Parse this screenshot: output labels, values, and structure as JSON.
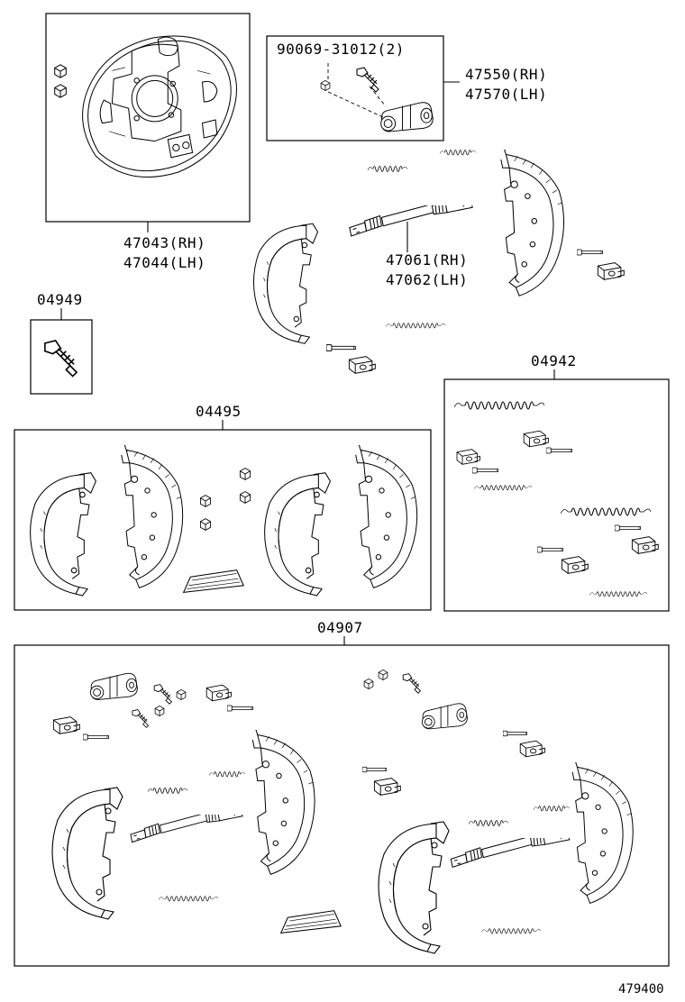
{
  "labels": {
    "backing_plate_rh": "47043(RH)",
    "backing_plate_lh": "47044(LH)",
    "bolt": "90069-31012(2)",
    "wheel_cyl_rh": "47550(RH)",
    "wheel_cyl_lh": "47570(LH)",
    "adjuster_rh": "47061(RH)",
    "adjuster_lh": "47062(LH)",
    "kit_04949": "04949",
    "kit_04942": "04942",
    "kit_04495": "04495",
    "kit_04907": "04907",
    "figure_number": "479400"
  },
  "icons": [
    "backing-plate-icon",
    "wheel-cylinder-icon",
    "brake-shoe-icon",
    "spring-icon",
    "adjuster-icon",
    "pin-icon",
    "clip-icon",
    "bleeder-icon"
  ]
}
